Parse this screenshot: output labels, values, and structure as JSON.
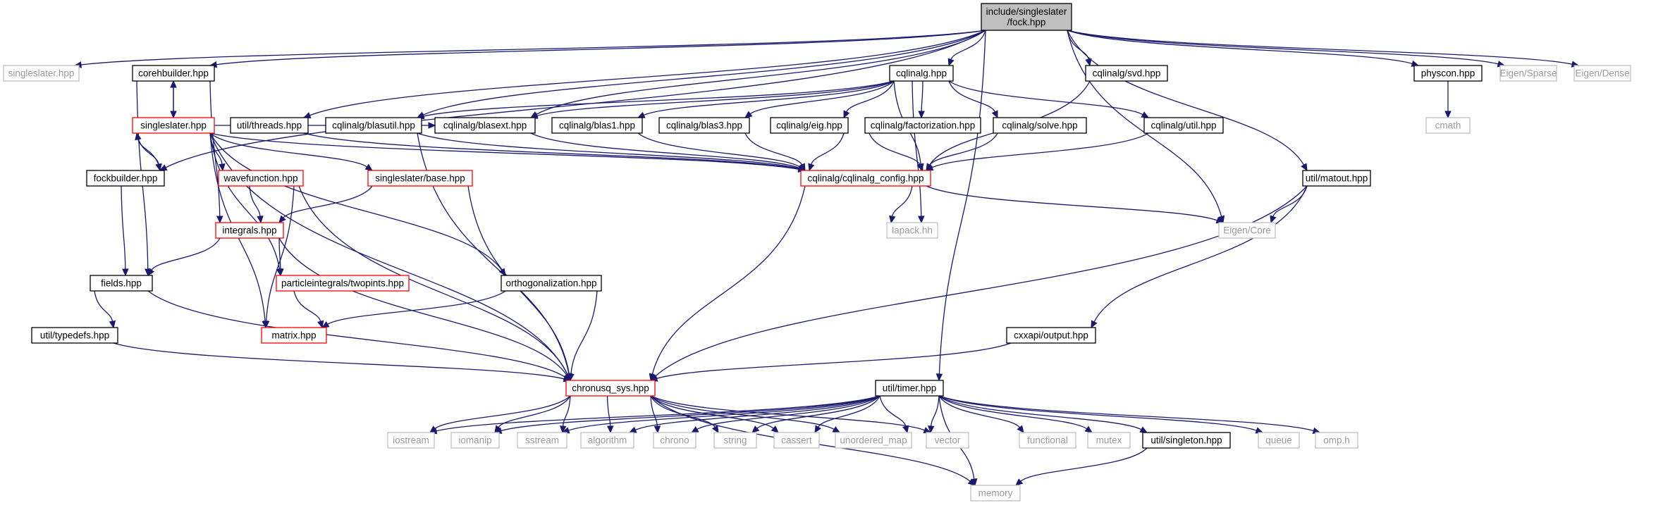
{
  "colors": {
    "edge": "#191970",
    "node_fill": "#ffffff",
    "root_fill": "#bfbfbf",
    "border_plain": "#000000",
    "border_undocumented": "#ff0000",
    "border_external": "#bfbfbf",
    "text_normal": "#000000",
    "text_external": "#9a9a9a"
  },
  "nodes": {
    "root": {
      "lines": [
        "include/singleslater",
        "/fock.hpp"
      ],
      "kind": "root"
    },
    "singleslater_ext": {
      "lines": [
        "singleslater.hpp"
      ],
      "kind": "external"
    },
    "corehbuilder": {
      "lines": [
        "corehbuilder.hpp"
      ],
      "kind": "documented"
    },
    "singleslater": {
      "lines": [
        "singleslater.hpp"
      ],
      "kind": "undocumented"
    },
    "fockbuilder": {
      "lines": [
        "fockbuilder.hpp"
      ],
      "kind": "documented"
    },
    "fields": {
      "lines": [
        "fields.hpp"
      ],
      "kind": "documented"
    },
    "typedefs": {
      "lines": [
        "util/typedefs.hpp"
      ],
      "kind": "documented"
    },
    "wavefunction": {
      "lines": [
        "wavefunction.hpp"
      ],
      "kind": "undocumented"
    },
    "integrals": {
      "lines": [
        "integrals.hpp"
      ],
      "kind": "undocumented"
    },
    "twopints": {
      "lines": [
        "particleintegrals/twopints.hpp"
      ],
      "kind": "undocumented"
    },
    "matrix": {
      "lines": [
        "matrix.hpp"
      ],
      "kind": "undocumented"
    },
    "base": {
      "lines": [
        "singleslater/base.hpp"
      ],
      "kind": "undocumented"
    },
    "threads": {
      "lines": [
        "util/threads.hpp"
      ],
      "kind": "documented"
    },
    "blasutil": {
      "lines": [
        "cqlinalg/blasutil.hpp"
      ],
      "kind": "documented"
    },
    "blasext": {
      "lines": [
        "cqlinalg/blasext.hpp"
      ],
      "kind": "documented"
    },
    "blas1": {
      "lines": [
        "cqlinalg/blas1.hpp"
      ],
      "kind": "documented"
    },
    "blas3": {
      "lines": [
        "cqlinalg/blas3.hpp"
      ],
      "kind": "documented"
    },
    "eig": {
      "lines": [
        "cqlinalg/eig.hpp"
      ],
      "kind": "documented"
    },
    "factorization": {
      "lines": [
        "cqlinalg/factorization.hpp"
      ],
      "kind": "documented"
    },
    "solve": {
      "lines": [
        "cqlinalg/solve.hpp"
      ],
      "kind": "documented"
    },
    "cqutil": {
      "lines": [
        "cqlinalg/util.hpp"
      ],
      "kind": "documented"
    },
    "cqlinalg": {
      "lines": [
        "cqlinalg.hpp"
      ],
      "kind": "documented"
    },
    "svd": {
      "lines": [
        "cqlinalg/svd.hpp"
      ],
      "kind": "documented"
    },
    "config": {
      "lines": [
        "cqlinalg/cqlinalg_config.hpp"
      ],
      "kind": "undocumented"
    },
    "lapack": {
      "lines": [
        "lapack.hh"
      ],
      "kind": "external"
    },
    "eigencore": {
      "lines": [
        "Eigen/Core"
      ],
      "kind": "external"
    },
    "orthogonalization": {
      "lines": [
        "orthogonalization.hpp"
      ],
      "kind": "documented"
    },
    "chronusq": {
      "lines": [
        "chronusq_sys.hpp"
      ],
      "kind": "undocumented"
    },
    "physcon": {
      "lines": [
        "physcon.hpp"
      ],
      "kind": "documented"
    },
    "cmath": {
      "lines": [
        "cmath"
      ],
      "kind": "external"
    },
    "eigensparse": {
      "lines": [
        "Eigen/Sparse"
      ],
      "kind": "external"
    },
    "eigendense": {
      "lines": [
        "Eigen/Dense"
      ],
      "kind": "external"
    },
    "matout": {
      "lines": [
        "util/matout.hpp"
      ],
      "kind": "documented"
    },
    "cxxapi": {
      "lines": [
        "cxxapi/output.hpp"
      ],
      "kind": "documented"
    },
    "timer": {
      "lines": [
        "util/timer.hpp"
      ],
      "kind": "documented"
    },
    "singleton": {
      "lines": [
        "util/singleton.hpp"
      ],
      "kind": "documented"
    },
    "iostream": {
      "lines": [
        "iostream"
      ],
      "kind": "external"
    },
    "iomanip": {
      "lines": [
        "iomanip"
      ],
      "kind": "external"
    },
    "sstream": {
      "lines": [
        "sstream"
      ],
      "kind": "external"
    },
    "algorithm": {
      "lines": [
        "algorithm"
      ],
      "kind": "external"
    },
    "chrono": {
      "lines": [
        "chrono"
      ],
      "kind": "external"
    },
    "string": {
      "lines": [
        "string"
      ],
      "kind": "external"
    },
    "cassert": {
      "lines": [
        "cassert"
      ],
      "kind": "external"
    },
    "unordered_map": {
      "lines": [
        "unordered_map"
      ],
      "kind": "external"
    },
    "vector": {
      "lines": [
        "vector"
      ],
      "kind": "external"
    },
    "functional": {
      "lines": [
        "functional"
      ],
      "kind": "external"
    },
    "mutex": {
      "lines": [
        "mutex"
      ],
      "kind": "external"
    },
    "queue": {
      "lines": [
        "queue"
      ],
      "kind": "external"
    },
    "omp": {
      "lines": [
        "omp.h"
      ],
      "kind": "external"
    },
    "memory": {
      "lines": [
        "memory"
      ],
      "kind": "external"
    }
  },
  "edges": [
    [
      "root",
      "singleslater_ext"
    ],
    [
      "root",
      "corehbuilder"
    ],
    [
      "root",
      "fockbuilder"
    ],
    [
      "root",
      "threads"
    ],
    [
      "root",
      "blasutil"
    ],
    [
      "root",
      "blasext"
    ],
    [
      "root",
      "cqlinalg"
    ],
    [
      "root",
      "svd"
    ],
    [
      "root",
      "eigencore"
    ],
    [
      "root",
      "matout"
    ],
    [
      "root",
      "timer"
    ],
    [
      "root",
      "physcon"
    ],
    [
      "root",
      "eigensparse"
    ],
    [
      "root",
      "eigendense"
    ],
    [
      "corehbuilder",
      "singleslater"
    ],
    [
      "corehbuilder",
      "integrals"
    ],
    [
      "corehbuilder",
      "fields"
    ],
    [
      "singleslater",
      "corehbuilder"
    ],
    [
      "singleslater",
      "fockbuilder"
    ],
    [
      "singleslater",
      "wavefunction"
    ],
    [
      "singleslater",
      "base"
    ],
    [
      "singleslater",
      "twopints"
    ],
    [
      "singleslater",
      "matrix"
    ],
    [
      "singleslater",
      "orthogonalization"
    ],
    [
      "singleslater",
      "chronusq"
    ],
    [
      "singleslater",
      "config"
    ],
    [
      "singleslater",
      "blasext"
    ],
    [
      "fockbuilder",
      "singleslater"
    ],
    [
      "fockbuilder",
      "fields"
    ],
    [
      "fields",
      "typedefs"
    ],
    [
      "fields",
      "chronusq"
    ],
    [
      "typedefs",
      "chronusq"
    ],
    [
      "wavefunction",
      "integrals"
    ],
    [
      "wavefunction",
      "matrix"
    ],
    [
      "wavefunction",
      "chronusq"
    ],
    [
      "integrals",
      "fields"
    ],
    [
      "integrals",
      "twopints"
    ],
    [
      "integrals",
      "chronusq"
    ],
    [
      "twopints",
      "matrix"
    ],
    [
      "base",
      "integrals"
    ],
    [
      "base",
      "chronusq"
    ],
    [
      "threads",
      "config"
    ],
    [
      "blasutil",
      "config"
    ],
    [
      "blasutil",
      "chronusq"
    ],
    [
      "blasext",
      "config"
    ],
    [
      "blas1",
      "config"
    ],
    [
      "blas3",
      "config"
    ],
    [
      "eig",
      "config"
    ],
    [
      "factorization",
      "config"
    ],
    [
      "solve",
      "config"
    ],
    [
      "cqutil",
      "config"
    ],
    [
      "cqlinalg",
      "blasutil"
    ],
    [
      "cqlinalg",
      "blasext"
    ],
    [
      "cqlinalg",
      "blas1"
    ],
    [
      "cqlinalg",
      "blas3"
    ],
    [
      "cqlinalg",
      "eig"
    ],
    [
      "cqlinalg",
      "factorization"
    ],
    [
      "cqlinalg",
      "solve"
    ],
    [
      "cqlinalg",
      "cqutil"
    ],
    [
      "cqlinalg",
      "config"
    ],
    [
      "cqlinalg",
      "lapack"
    ],
    [
      "svd",
      "config"
    ],
    [
      "config",
      "lapack"
    ],
    [
      "config",
      "eigencore"
    ],
    [
      "config",
      "chronusq"
    ],
    [
      "orthogonalization",
      "matrix"
    ],
    [
      "orthogonalization",
      "chronusq"
    ],
    [
      "physcon",
      "cmath"
    ],
    [
      "matout",
      "eigencore"
    ],
    [
      "matout",
      "cxxapi"
    ],
    [
      "matout",
      "chronusq"
    ],
    [
      "cxxapi",
      "chronusq"
    ],
    [
      "chronusq",
      "iostream"
    ],
    [
      "chronusq",
      "iomanip"
    ],
    [
      "chronusq",
      "sstream"
    ],
    [
      "chronusq",
      "algorithm"
    ],
    [
      "chronusq",
      "chrono"
    ],
    [
      "chronusq",
      "string"
    ],
    [
      "chronusq",
      "cassert"
    ],
    [
      "chronusq",
      "unordered_map"
    ],
    [
      "chronusq",
      "vector"
    ],
    [
      "chronusq",
      "memory"
    ],
    [
      "timer",
      "iostream"
    ],
    [
      "timer",
      "iomanip"
    ],
    [
      "timer",
      "sstream"
    ],
    [
      "timer",
      "algorithm"
    ],
    [
      "timer",
      "chrono"
    ],
    [
      "timer",
      "string"
    ],
    [
      "timer",
      "cassert"
    ],
    [
      "timer",
      "unordered_map"
    ],
    [
      "timer",
      "vector"
    ],
    [
      "timer",
      "functional"
    ],
    [
      "timer",
      "mutex"
    ],
    [
      "timer",
      "singleton"
    ],
    [
      "timer",
      "queue"
    ],
    [
      "timer",
      "omp"
    ],
    [
      "timer",
      "memory"
    ],
    [
      "singleton",
      "memory"
    ]
  ]
}
